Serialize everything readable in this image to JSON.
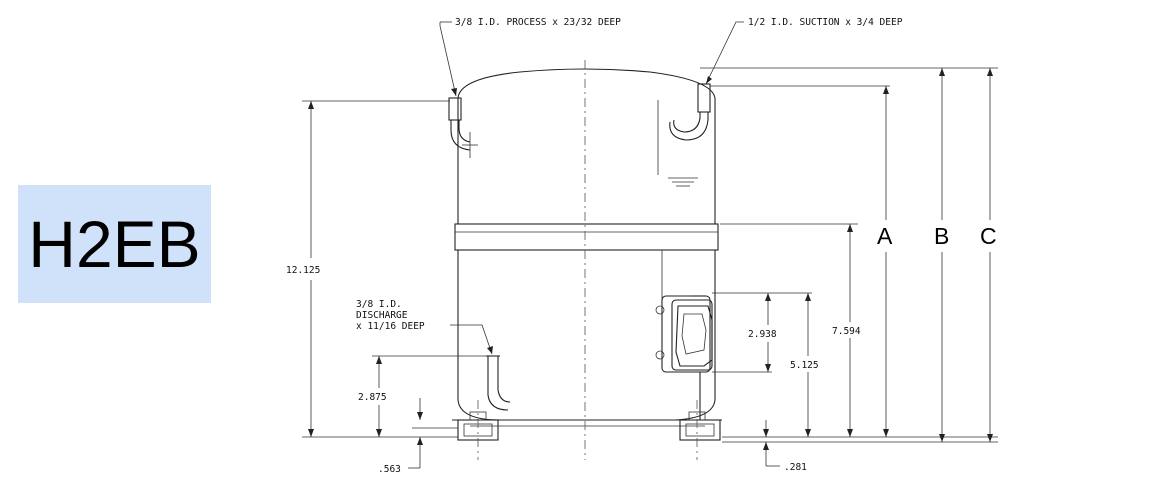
{
  "model": {
    "label": "H2EB",
    "badge_color": "#cfe2fa"
  },
  "callouts": {
    "process": "3/8 I.D. PROCESS x 23/32 DEEP",
    "suction": "1/2 I.D. SUCTION x 3/4 DEEP",
    "discharge_line1": "3/8 I.D.",
    "discharge_line2": "DISCHARGE",
    "discharge_line3": "x 11/16 DEEP"
  },
  "dimensions": {
    "overall_height": "12.125",
    "discharge_height": "2.875",
    "foot_offset_left": ".563",
    "terminal_box_height": "2.938",
    "terminal_box_center": "5.125",
    "shell_joint_height": "7.594",
    "foot_offset_right": ".281"
  },
  "variable_heights": {
    "a": "A",
    "b": "B",
    "c": "C"
  }
}
